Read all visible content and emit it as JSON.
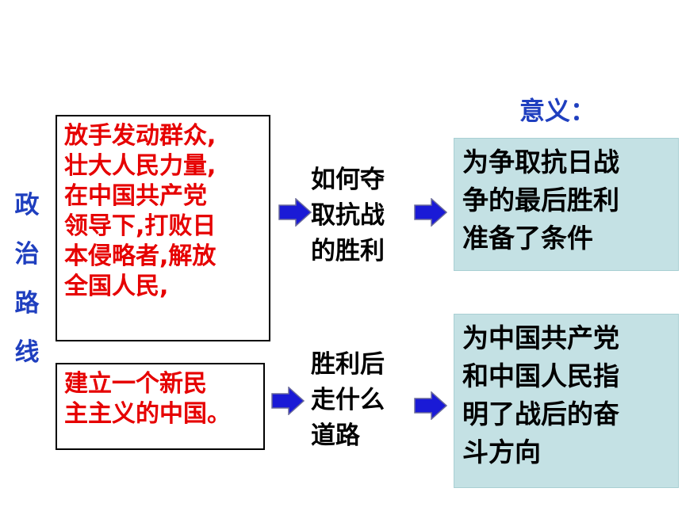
{
  "title_vertical": [
    "政",
    "治",
    "路",
    "线"
  ],
  "box_goal": {
    "text": "放手发动群众,\n壮大人民力量,\n在中国共产党\n领导下,打败日\n本侵略者,解放\n全国人民,"
  },
  "box_newchina": {
    "text": "建立一个新民\n主主义的中国。"
  },
  "question_win": {
    "text": "如何夺\n取抗战\n的胜利"
  },
  "question_after": {
    "text": "胜利后\n走什么\n道路"
  },
  "meaning_heading": "意义：",
  "result_win": {
    "text": "为争取抗日战\n争的最后胜利\n准备了条件"
  },
  "result_after": {
    "text": "为中国共产党\n和中国人民指\n明了战后的奋\n斗方向"
  },
  "colors": {
    "red_text": "#e60000",
    "blue_text": "#1f3fbf",
    "teal_box": "#c4e1e4",
    "arrow_fill": "#1a1ad6"
  },
  "icons": {
    "arrow": "right-arrow-icon"
  }
}
